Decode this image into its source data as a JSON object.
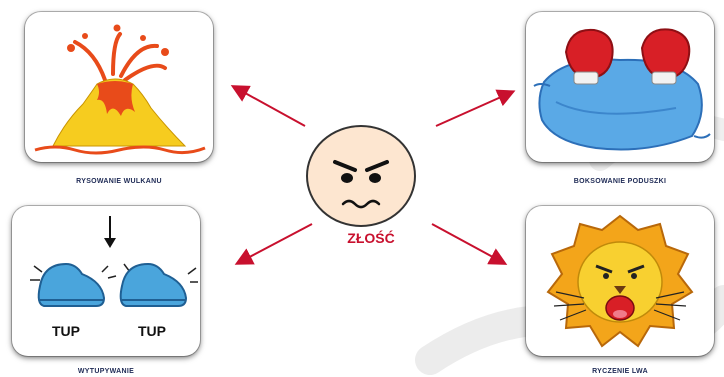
{
  "header": {
    "title": ""
  },
  "center": {
    "label": "ZŁOŚĆ"
  },
  "cards": [
    {
      "caption": "RYSOWANIE WULKANU",
      "icon": "volcano-icon"
    },
    {
      "caption": "BOKSOWANIE PODUSZKI",
      "icon": "boxing-pillow-icon"
    },
    {
      "caption": "WYTUPYWANIE",
      "icon": "stomping-shoes-icon",
      "words": [
        "TUP",
        "TUP"
      ]
    },
    {
      "caption": "RYCZENIE LWA",
      "icon": "roaring-lion-icon"
    }
  ],
  "colors": {
    "arrow": "#c8102e",
    "label": "#c8102e",
    "caption": "#1e2a55",
    "face": "#fde6d0"
  }
}
